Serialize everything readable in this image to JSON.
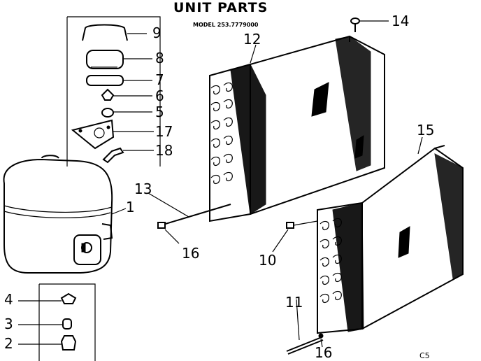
{
  "title": "UNIT PARTS",
  "model": "MODEL 253.7779000",
  "page_code": "C5",
  "callouts": [
    "9",
    "8",
    "7",
    "6",
    "5",
    "17",
    "18",
    "1",
    "13",
    "16",
    "12",
    "14",
    "15",
    "10",
    "11",
    "16",
    "4",
    "3",
    "2"
  ]
}
